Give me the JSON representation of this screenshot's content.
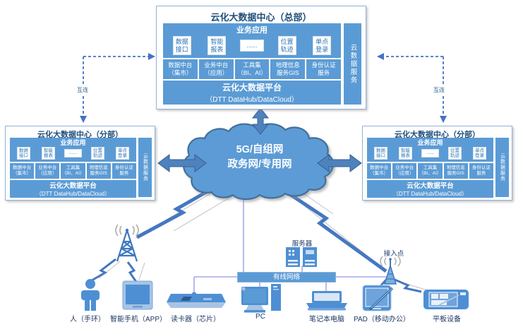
{
  "hq": {
    "title": "云化大数据中心（总部）",
    "vertical_label": "云数据服务",
    "business_header": "业务应用",
    "apps": [
      "数据\n接口",
      "智能\n报表",
      "......",
      "位置\n轨迹",
      "单点\n登录"
    ],
    "platforms": [
      "数据中台\n（集市）",
      "业务中台\n（应用）",
      "工具集\n（BI、AI）",
      "地理信息\n服务GIS",
      "身份认证\n服务"
    ],
    "platform_title": "云化大数据平台",
    "platform_subtitle": "（DTT DataHub/DataCloud）"
  },
  "branch": {
    "title": "云化大数据中心（分部）",
    "vertical_label": "云数据服务",
    "business_header": "业务应用",
    "apps": [
      "数据\n接口",
      "智能\n报表",
      "......",
      "位置\n轨迹",
      "单点\n登录"
    ],
    "platforms": [
      "数据中台\n（集市）",
      "业务中台\n（应用）",
      "工具集\n（BI、AI）",
      "地理信息\n服务GIS",
      "身份认证\n服务"
    ],
    "platform_title": "云化大数据平台",
    "platform_subtitle": "（DTT DataHub/DataCloud）"
  },
  "cloud": {
    "line1": "5G/自组网",
    "line2": "政务网/专用网"
  },
  "connectors": {
    "left_label": "互连",
    "right_label": "互连"
  },
  "infrastructure": {
    "server_label": "服务器",
    "wired_network_label": "有线网络",
    "access_point_label": "接入点"
  },
  "devices": {
    "person": "人（手环）",
    "smartphone": "智能手机（APP）",
    "card_reader": "读卡器（芯片）",
    "pc": "PC",
    "laptop": "笔记本电脑",
    "pad": "PAD（移动办公）",
    "tablet": "平板设备"
  },
  "colors": {
    "primary_blue": "#5B9BD5",
    "dark_blue": "#41719C",
    "title_navy": "#1F4E79",
    "label_navy": "#1F3864",
    "connector_purple": "#9393E8",
    "dashed_blue": "#4472C4",
    "arrow_blue": "#4E82BD"
  }
}
